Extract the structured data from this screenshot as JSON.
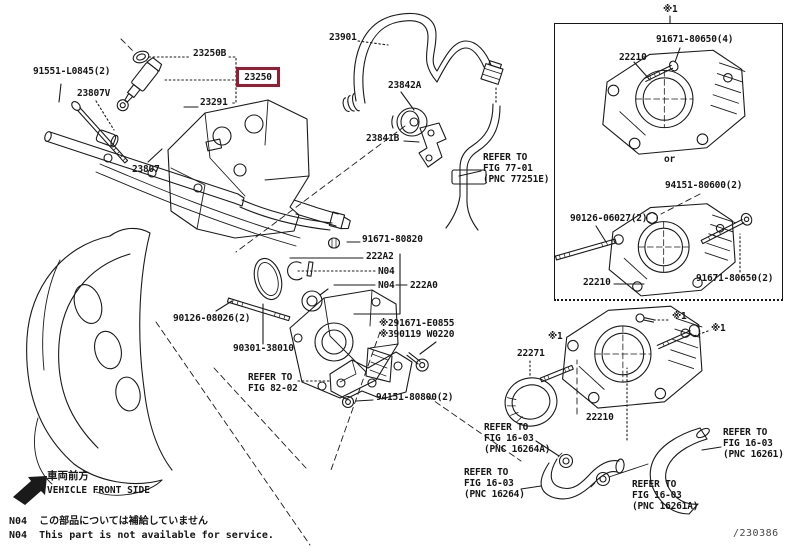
{
  "diagram": {
    "title": "fuel-injection-system-parts-diagram",
    "doc_code": "/230386",
    "line_color": "#1a1a1a",
    "highlight_color": "#9a1b32",
    "background": "#ffffff"
  },
  "highlighted_part": {
    "number": "23250"
  },
  "labels": [
    {
      "id": "91551-L0845",
      "text": "91551-L0845(2)"
    },
    {
      "id": "23807V",
      "text": "23807V"
    },
    {
      "id": "23250B",
      "text": "23250B"
    },
    {
      "id": "23291",
      "text": "23291"
    },
    {
      "id": "23807",
      "text": "23807"
    },
    {
      "id": "23901",
      "text": "23901"
    },
    {
      "id": "23842A",
      "text": "23842A"
    },
    {
      "id": "23841B",
      "text": "23841B"
    },
    {
      "id": "ref-fig-77-01",
      "text": "REFER TO\nFIG 77-01\n(PNC 77251E)"
    },
    {
      "id": "alt-marker-1",
      "text": "※1"
    },
    {
      "id": "91671-80650-4",
      "text": "91671-80650(4)"
    },
    {
      "id": "22210-a",
      "text": "22210"
    },
    {
      "id": "or-separator",
      "text": "or"
    },
    {
      "id": "94151-80600",
      "text": "94151-80600(2)"
    },
    {
      "id": "90126-06027",
      "text": "90126-06027(2)"
    },
    {
      "id": "22210-b",
      "text": "22210"
    },
    {
      "id": "91671-80650-2",
      "text": "91671-80650(2)"
    },
    {
      "id": "91671-80820",
      "text": "91671-80820"
    },
    {
      "id": "222A2",
      "text": "222A2"
    },
    {
      "id": "N04-a",
      "text": "N04"
    },
    {
      "id": "N04-b",
      "text": "N04"
    },
    {
      "id": "222A0",
      "text": "222A0"
    },
    {
      "id": "note-291671",
      "text": "※291671-E0855"
    },
    {
      "id": "note-390119",
      "text": "※390119 W0220"
    },
    {
      "id": "90126-08026",
      "text": "90126-08026(2)"
    },
    {
      "id": "90301-38010",
      "text": "90301-38010"
    },
    {
      "id": "ref-fig-82-02",
      "text": "REFER TO\nFIG 82-02"
    },
    {
      "id": "94151-80800",
      "text": "94151-80800(2)"
    },
    {
      "id": "22271",
      "text": "22271"
    },
    {
      "id": "alt-marker-2",
      "text": "※1"
    },
    {
      "id": "alt-marker-3",
      "text": "※1"
    },
    {
      "id": "alt-marker-4",
      "text": "※1"
    },
    {
      "id": "22210-c",
      "text": "22210"
    },
    {
      "id": "ref-fig-16-03-a",
      "text": "REFER TO\nFIG 16-03\n(PNC 16264A)"
    },
    {
      "id": "ref-fig-16-03-b",
      "text": "REFER TO\nFIG 16-03\n(PNC 16264)"
    },
    {
      "id": "ref-fig-16-03-c",
      "text": "REFER TO\nFIG 16-03\n(PNC 16261)"
    },
    {
      "id": "ref-fig-16-03-d",
      "text": "REFER TO\nFIG 16-03\n(PNC 16261A)"
    }
  ],
  "footer": {
    "front_arrow_jp": "車両前方",
    "front_arrow_en": "VEHICLE FRONT SIDE",
    "note_code": "N04",
    "note_jp": "この部品については補給していません",
    "note_en": "This part is not available for service."
  }
}
